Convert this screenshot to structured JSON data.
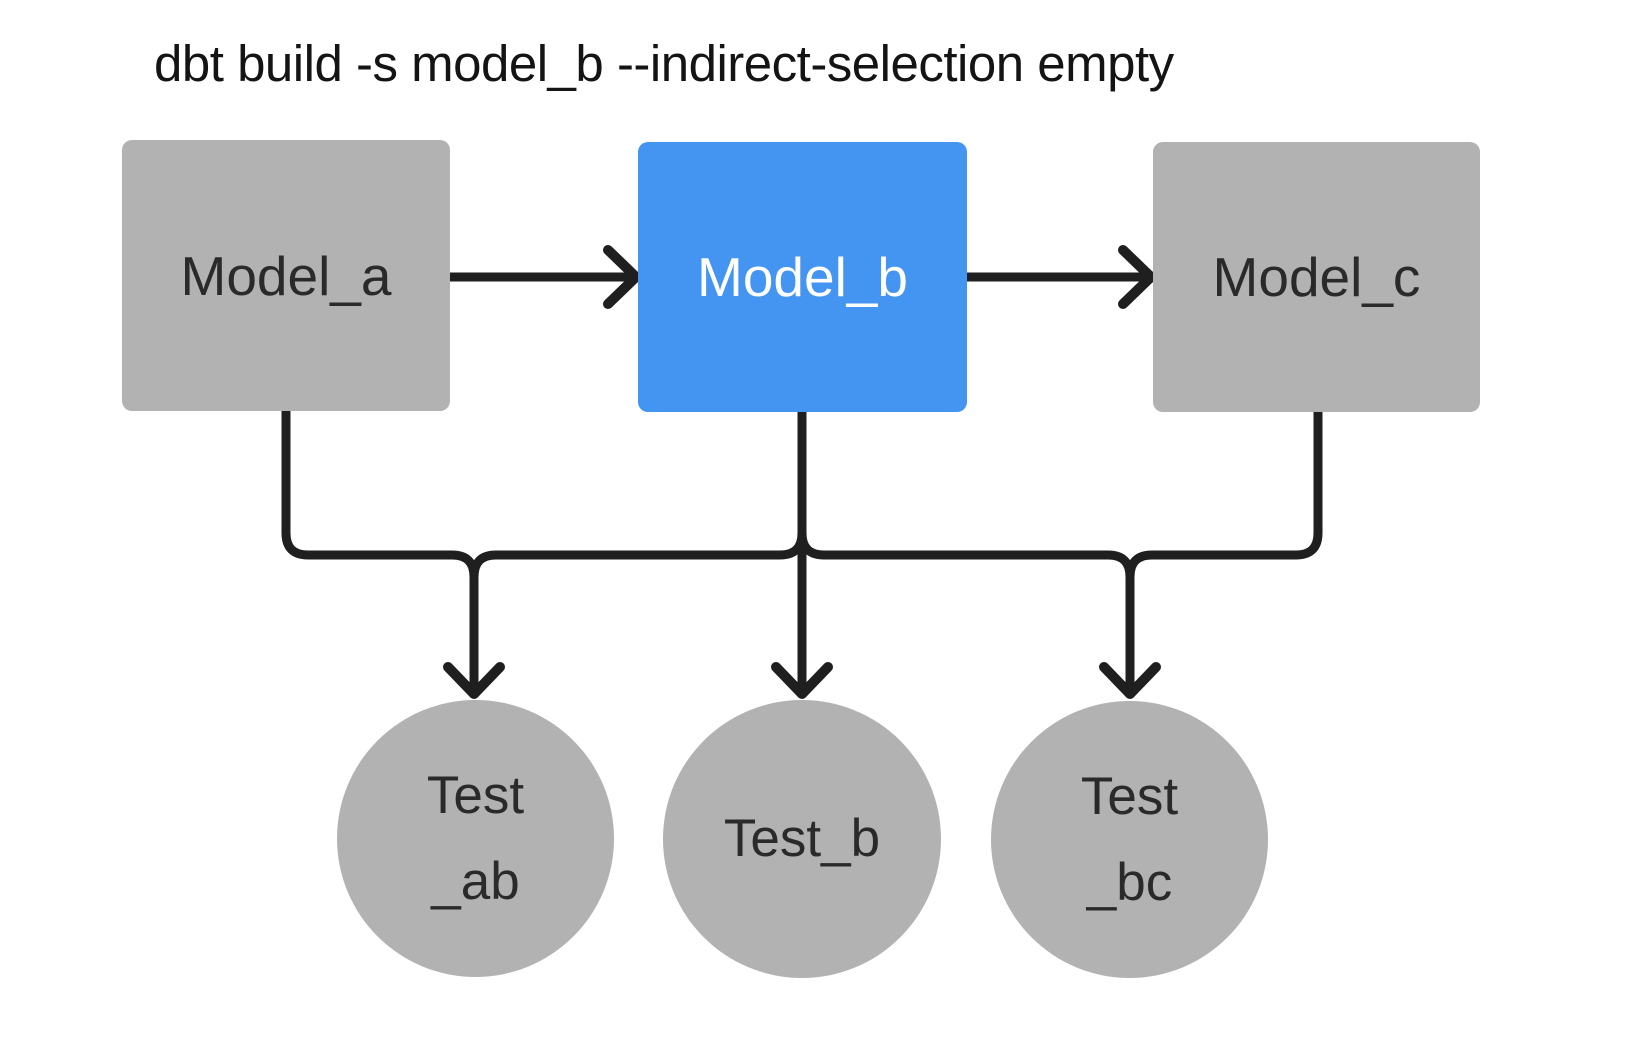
{
  "title": "dbt build -s model_b --indirect-selection empty",
  "colors": {
    "selected_node": "#4495f1",
    "unselected_node": "#b2b2b2",
    "edge": "#1f1f1f",
    "title_text": "#141414",
    "node_text_dark": "#2a2a2a",
    "node_text_light": "#ffffff",
    "background": "#ffffff"
  },
  "models": [
    {
      "id": "model_a",
      "label": "Model_a",
      "selected": false
    },
    {
      "id": "model_b",
      "label": "Model_b",
      "selected": true
    },
    {
      "id": "model_c",
      "label": "Model_c",
      "selected": false
    }
  ],
  "tests": [
    {
      "id": "test_ab",
      "lines": [
        "Test",
        "_ab"
      ]
    },
    {
      "id": "test_b",
      "lines": [
        "Test_b"
      ]
    },
    {
      "id": "test_bc",
      "lines": [
        "Test",
        "_bc"
      ]
    }
  ],
  "edges": {
    "model_chain": [
      {
        "from": "Model_a",
        "to": "Model_b"
      },
      {
        "from": "Model_b",
        "to": "Model_c"
      }
    ],
    "test_fanout": {
      "sources": [
        "Model_a",
        "Model_b",
        "Model_c"
      ],
      "targets": [
        "Test_ab",
        "Test_b",
        "Test_bc"
      ]
    }
  }
}
